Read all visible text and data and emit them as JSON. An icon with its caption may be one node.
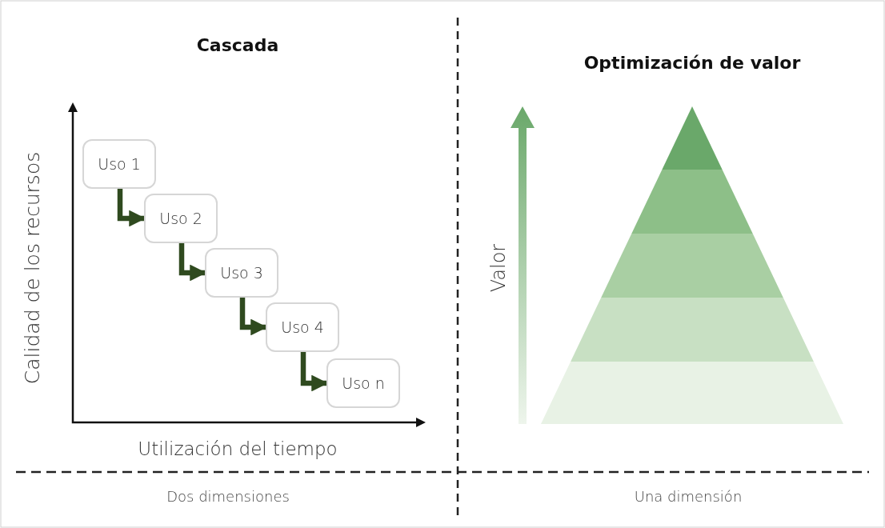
{
  "diagram": {
    "nodes": [
      {
        "text": [
          "Uso 1"
        ]
      },
      {
        "text": [
          "Uso 2"
        ]
      },
      {
        "text": [
          "Uso 3"
        ]
      },
      {
        "text": [
          "Uso 4"
        ]
      },
      {
        "text": [
          "Uso n"
        ]
      }
    ],
    "edges": [
      {
        "from": 0,
        "to": 1,
        "arrow": "to"
      },
      {
        "from": 1,
        "to": 2,
        "arrow": "to"
      },
      {
        "from": 2,
        "to": 3,
        "arrow": "to"
      },
      {
        "from": 3,
        "to": 4,
        "arrow": "to"
      }
    ],
    "labels": [
      "Cascada",
      "Optimización de valor",
      "Calidad de los recursos",
      "Valor",
      "Utilización del tiempo",
      "Dos dimensiones",
      "Una dimensión"
    ]
  }
}
